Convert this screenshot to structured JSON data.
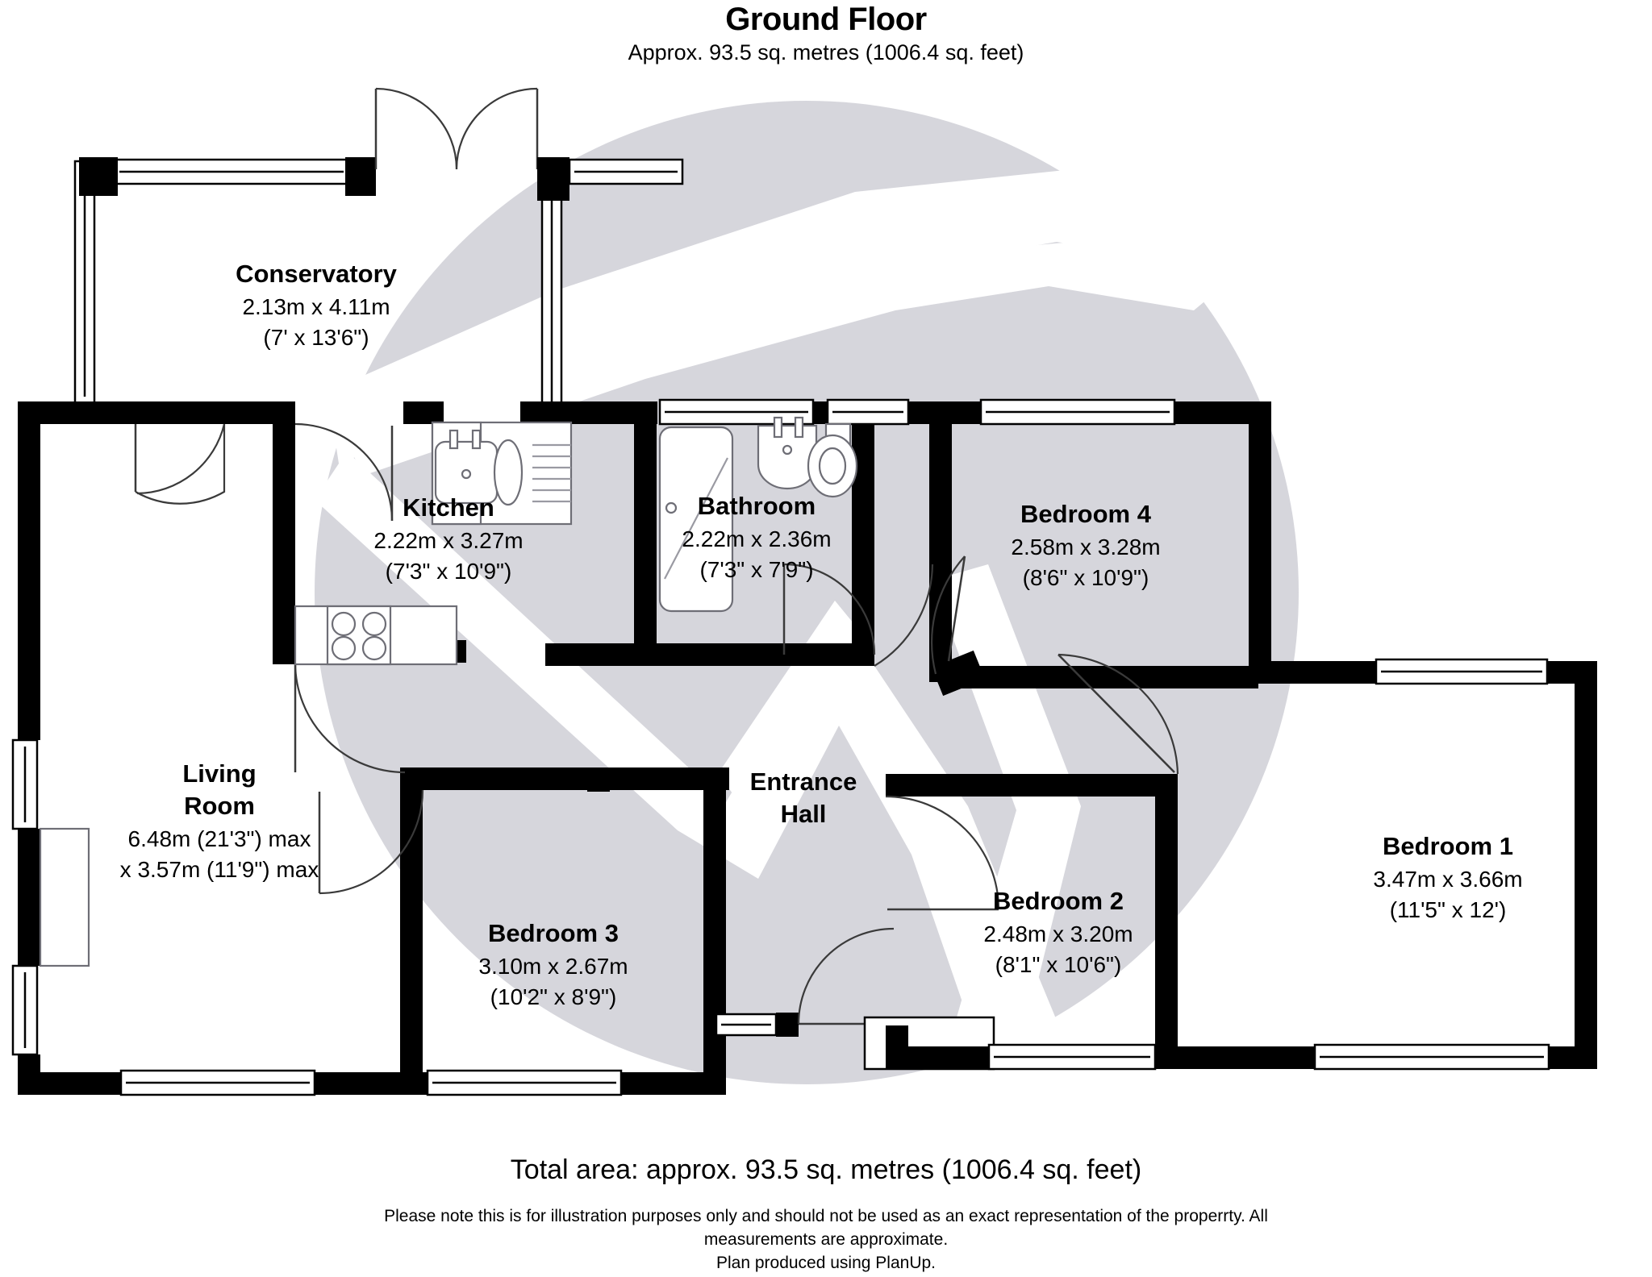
{
  "header": {
    "title": "Ground Floor",
    "subtitle": "Approx. 93.5 sq. metres (1006.4 sq. feet)"
  },
  "footer": {
    "total_area": "Total area: approx. 93.5 sq. metres (1006.4 sq. feet)",
    "disclaimer_line1": "Please note this is for illustration purposes only and should not be used as an exact representation of the properrty. All",
    "disclaimer_line2": "measurements are approximate.",
    "disclaimer_line3": "Plan produced using PlanUp."
  },
  "rooms": [
    {
      "key": "conservatory",
      "name": "Conservatory",
      "dim_metric": "2.13m x 4.11m",
      "dim_imperial": "(7' x 13'6\")"
    },
    {
      "key": "kitchen",
      "name": "Kitchen",
      "dim_metric": "2.22m x 3.27m",
      "dim_imperial": "(7'3\" x 10'9\")"
    },
    {
      "key": "bathroom",
      "name": "Bathroom",
      "dim_metric": "2.22m x 2.36m",
      "dim_imperial": "(7'3\" x 7'9\")"
    },
    {
      "key": "bedroom4",
      "name": "Bedroom 4",
      "dim_metric": "2.58m x 3.28m",
      "dim_imperial": "(8'6\" x 10'9\")"
    },
    {
      "key": "bedroom1",
      "name": "Bedroom 1",
      "dim_metric": "3.47m x 3.66m",
      "dim_imperial": "(11'5\" x 12')"
    },
    {
      "key": "bedroom2",
      "name": "Bedroom 2",
      "dim_metric": "2.48m x 3.20m",
      "dim_imperial": "(8'1\" x 10'6\")"
    },
    {
      "key": "bedroom3",
      "name": "Bedroom 3",
      "dim_metric": "3.10m x 2.67m",
      "dim_imperial": "(10'2\" x 8'9\")"
    },
    {
      "key": "livingroom",
      "name_line1": "Living",
      "name_line2": "Room",
      "dim_metric": "6.48m (21'3\") max",
      "dim_imperial": "x 3.57m (11'9\") max"
    },
    {
      "key": "entrancehall",
      "name_line1": "Entrance",
      "name_line2": "Hall"
    }
  ],
  "colors": {
    "wall": "#000000",
    "watermark": "#d6d6dc",
    "background": "#ffffff",
    "fixture_stroke": "#6e6e76",
    "door_stroke": "#3a3a3a"
  }
}
